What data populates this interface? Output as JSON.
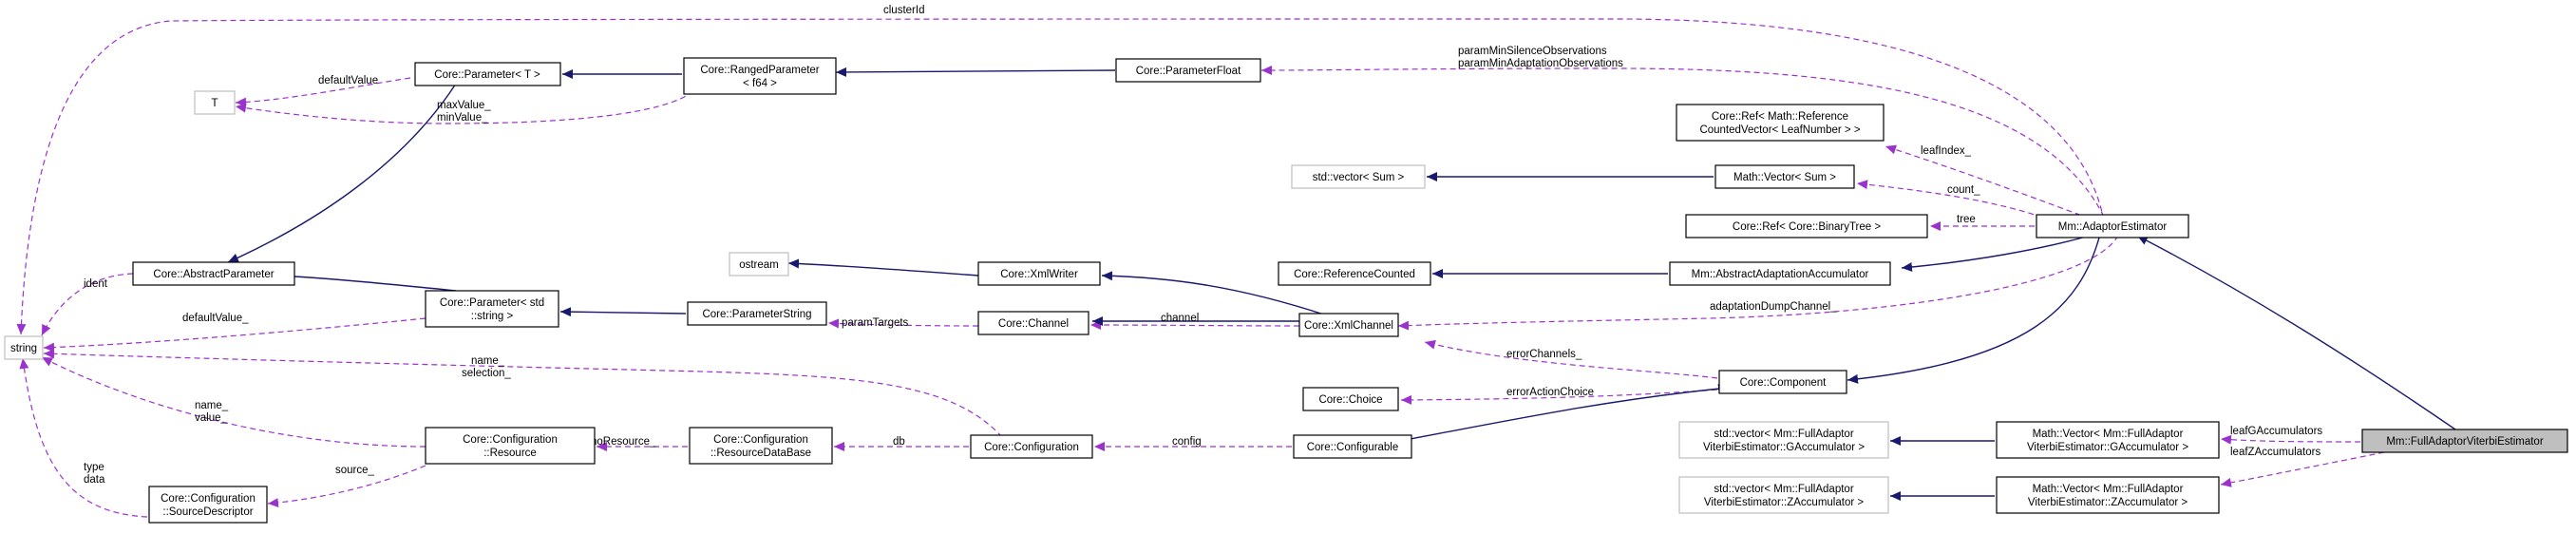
{
  "nodes": {
    "T": "T",
    "string": "string",
    "ostream": "ostream",
    "std_vector_sum": "std::vector< Sum >",
    "param_T": "Core::Parameter< T >",
    "ranged_param": [
      "Core::RangedParameter",
      "< f64 >"
    ],
    "param_float": "Core::ParameterFloat",
    "abstract_param": "Core::AbstractParameter",
    "param_string_tmpl": [
      "Core::Parameter< std",
      "::string >"
    ],
    "param_string": "Core::ParameterString",
    "xml_writer": "Core::XmlWriter",
    "channel": "Core::Channel",
    "xml_channel": "Core::XmlChannel",
    "ref_counted": "Core::ReferenceCounted",
    "abstract_adapt_acc": "Mm::AbstractAdaptationAccumulator",
    "ref_leaf": [
      "Core::Ref< Math::Reference",
      "CountedVector< LeafNumber > >"
    ],
    "math_vector_sum": "Math::Vector< Sum >",
    "ref_binarytree": "Core::Ref< Core::BinaryTree >",
    "adaptor_estimator": "Mm::AdaptorEstimator",
    "component": "Core::Component",
    "choice": "Core::Choice",
    "configurable": "Core::Configurable",
    "configuration": "Core::Configuration",
    "resource_db": [
      "Core::Configuration",
      "::ResourceDataBase"
    ],
    "resource": [
      "Core::Configuration",
      "::Resource"
    ],
    "source_desc": [
      "Core::Configuration",
      "::SourceDescriptor"
    ],
    "std_vector_g": [
      "std::vector< Mm::FullAdaptor",
      "ViterbiEstimator::GAccumulator >"
    ],
    "math_vector_g": [
      "Math::Vector< Mm::FullAdaptor",
      "ViterbiEstimator::GAccumulator >"
    ],
    "std_vector_z": [
      "std::vector< Mm::FullAdaptor",
      "ViterbiEstimator::ZAccumulator >"
    ],
    "math_vector_z": [
      "Math::Vector< Mm::FullAdaptor",
      "ViterbiEstimator::ZAccumulator >"
    ],
    "full_adaptor": "Mm::FullAdaptorViterbiEstimator"
  },
  "edge_labels": {
    "clusterId": "clusterId",
    "defaultValue_T": "defaultValue",
    "maxmin": [
      "maxValue_",
      "minValue_"
    ],
    "param_min": [
      "paramMinSilenceObservations",
      "paramMinAdaptationObservations"
    ],
    "leafIndex": "leafIndex_",
    "count": "count_",
    "tree": "tree",
    "adaptationDumpChannel": "adaptationDumpChannel_",
    "ident": "ident",
    "defaultValue_str": "defaultValue_",
    "paramTargets": "paramTargets",
    "channel": "channel",
    "errorChannels": "errorChannels_",
    "errorActionChoice": "errorActionChoice",
    "name_selection": [
      "name_",
      "selection_"
    ],
    "name_value": [
      "name_",
      "value_"
    ],
    "noResource": "noResource_",
    "db": "db",
    "config": "config",
    "source": "source_",
    "type_data": [
      "type",
      "data"
    ],
    "leafG": "leafGAccumulators",
    "leafZ": "leafZAccumulators"
  },
  "colors": {
    "inheritance_edge": "#191970",
    "usage_edge": "#9a32cd",
    "focus_fill": "#bfbfbf",
    "external_border": "#bfbfbf"
  }
}
